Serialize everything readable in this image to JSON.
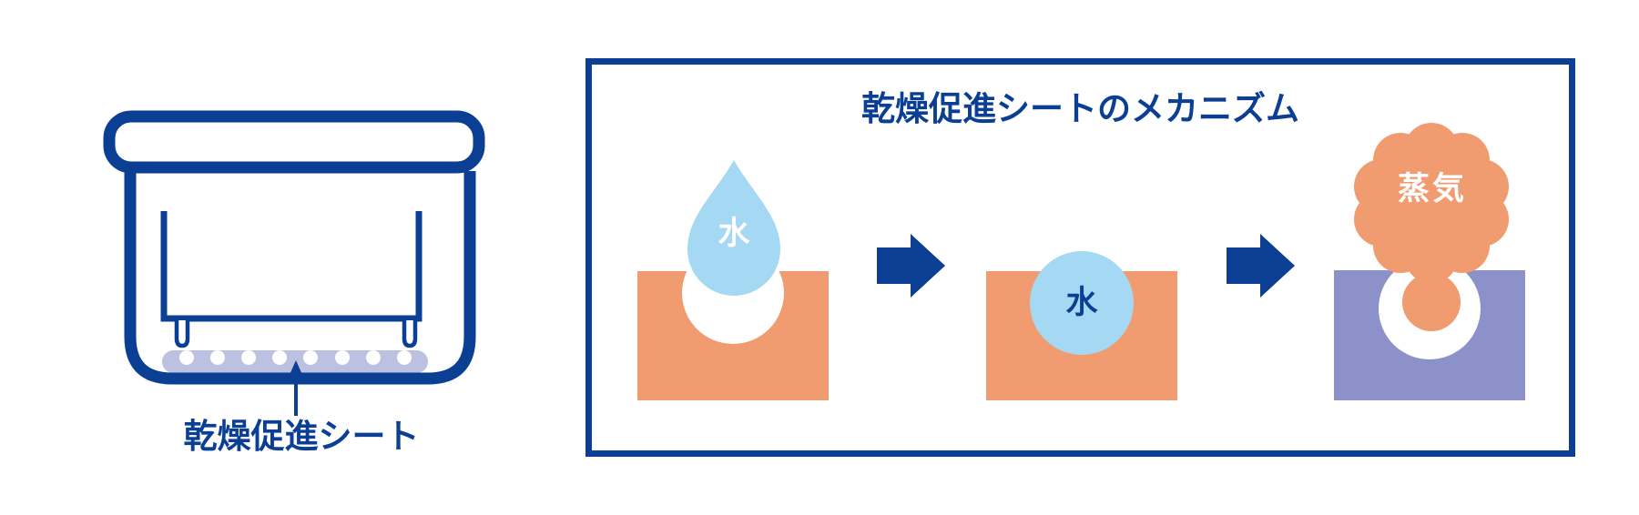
{
  "left_figure": {
    "label": "乾燥促進シート"
  },
  "panel": {
    "title": "乾燥促進シートのメカニズム",
    "stages": [
      {
        "label": "水"
      },
      {
        "label": "水"
      },
      {
        "label": "蒸気"
      }
    ]
  },
  "icons": {
    "container": "storage-container-icon",
    "drying_sheet": "drying-sheet-icon",
    "pointer": "up-arrow-icon",
    "water_drop": "water-drop-icon",
    "water_circle": "water-circle-icon",
    "steam_cloud": "steam-cloud-icon",
    "arrow": "arrow-right-icon"
  },
  "colors": {
    "navy": "#0B3F94",
    "orange": "#F09C70",
    "water_blue": "#A5D8F3",
    "sheet_purple": "#8C92C9",
    "sheet_lavender": "#BDC1E1",
    "white": "#FFFFFF"
  }
}
